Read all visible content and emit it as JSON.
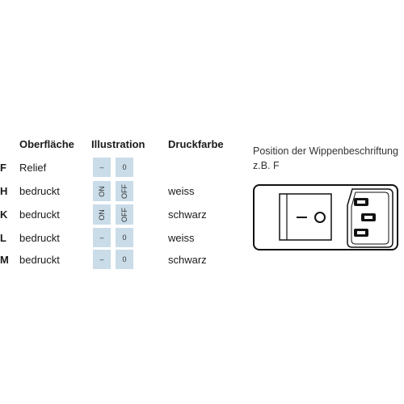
{
  "headers": {
    "surface": "Oberfläche",
    "illustration": "Illustration",
    "print_color": "Druckfarbe"
  },
  "rows": [
    {
      "code": "F",
      "surface": "Relief",
      "sym1": "–",
      "sym2": "0",
      "print_color": ""
    },
    {
      "code": "H",
      "surface": "bedruckt",
      "sym1": "ON",
      "sym2": "OFF",
      "print_color": "weiss"
    },
    {
      "code": "K",
      "surface": "bedruckt",
      "sym1": "ON",
      "sym2": "OFF",
      "print_color": "schwarz"
    },
    {
      "code": "L",
      "surface": "bedruckt",
      "sym1": "–",
      "sym2": "0",
      "print_color": "weiss"
    },
    {
      "code": "M",
      "surface": "bedruckt",
      "sym1": "–",
      "sym2": "0",
      "print_color": "schwarz"
    }
  ],
  "position": {
    "title": "Position der Wippenbeschriftung",
    "subtitle": "z.B. F"
  },
  "colors": {
    "symbol_background": "#c9dce8",
    "text": "#1a1a1a"
  }
}
